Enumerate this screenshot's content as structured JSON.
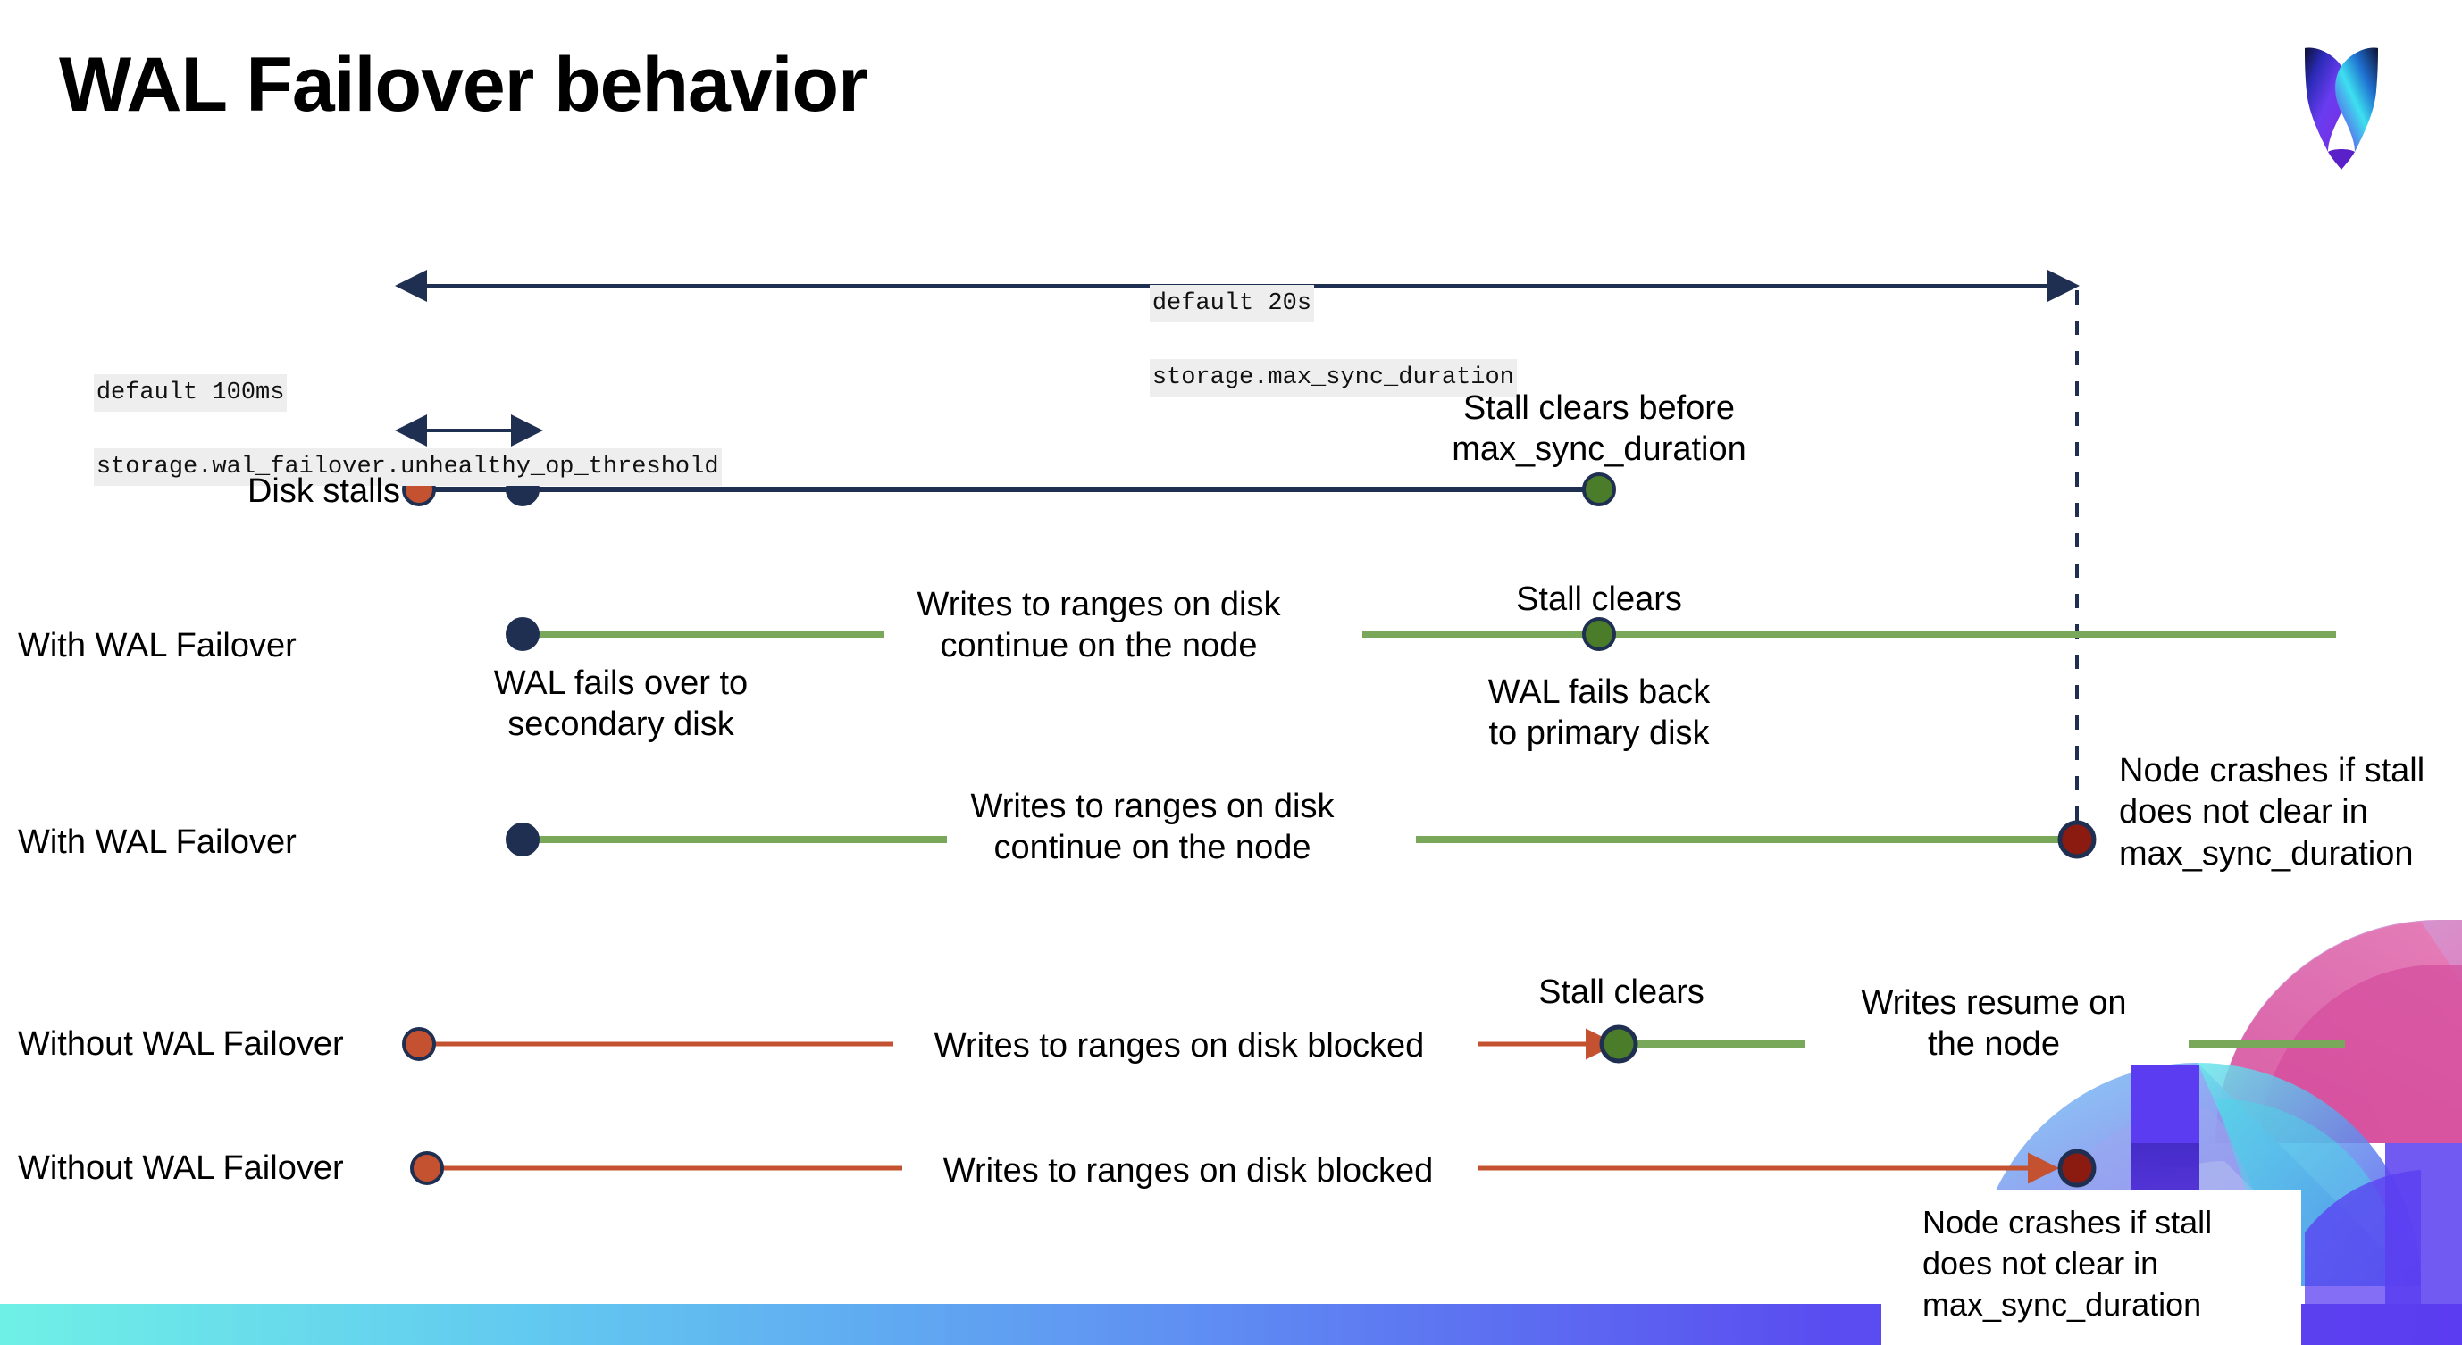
{
  "slide": {
    "title": "WAL Failover behavior",
    "logo_icon": "cockroachdb-logo-icon"
  },
  "settings": {
    "max_sync": {
      "default_label": "default 20s",
      "setting_name": "storage.max_sync_duration"
    },
    "unhealthy_op": {
      "default_label": "default 100ms",
      "setting_name": "storage.wal_failover.unhealthy_op_threshold"
    }
  },
  "rows": [
    {
      "label": "Disk stalls",
      "annotation_top": "Stall clears before\nmax_sync_duration"
    },
    {
      "label": "With WAL Failover",
      "annotation_mid": "Writes to ranges on disk\ncontinue on the node",
      "annotation_top": "Stall clears",
      "annotation_below_start": "WAL fails over to\nsecondary disk",
      "annotation_below_clear": "WAL fails  back\nto primary disk"
    },
    {
      "label": "With WAL Failover",
      "annotation_mid": "Writes to ranges on disk\ncontinue on the node",
      "annotation_right": "Node crashes if stall\ndoes not clear in\nmax_sync_duration"
    },
    {
      "label": "Without WAL Failover",
      "annotation_mid": "Writes to ranges on disk  blocked",
      "annotation_top": "Stall clears",
      "annotation_resume": "Writes resume on\nthe node"
    },
    {
      "label": "Without WAL Failover",
      "annotation_mid": "Writes to ranges on disk  blocked",
      "annotation_card": "Node crashes if stall\ndoes not clear in\nmax_sync_duration"
    }
  ],
  "legend_colors": {
    "navy": "#1f2f52",
    "red_dot": "#c4512f",
    "green_dot": "#4a7c2a",
    "dark_red_dot": "#8b1a11",
    "green_line": "#7aa85a",
    "red_line": "#c4512f",
    "code_bg": "#eeeeee"
  }
}
